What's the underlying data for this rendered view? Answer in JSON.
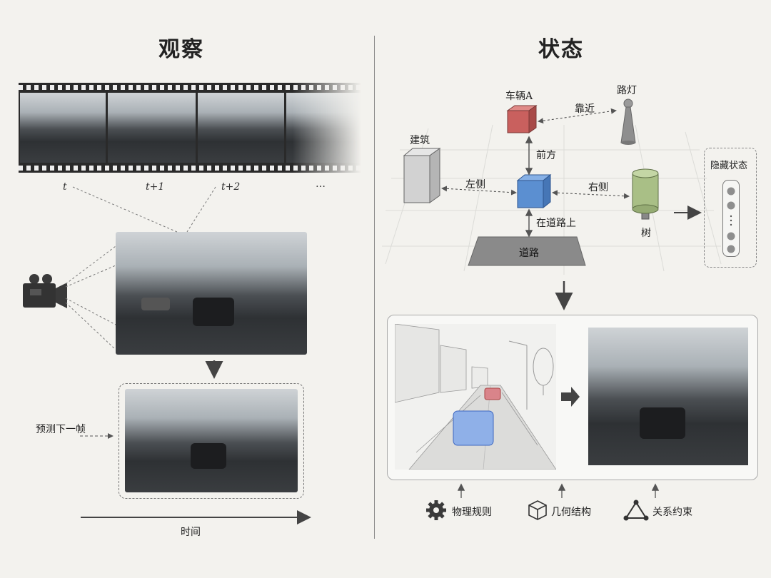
{
  "left": {
    "title": "观察",
    "frame_labels": [
      "t",
      "t+1",
      "t+2",
      "…"
    ],
    "predict_label": "预测下一帧",
    "time_label": "时间"
  },
  "right": {
    "title": "状态",
    "nodes": {
      "car_a": "车辆A",
      "streetlight": "路灯",
      "building": "建筑",
      "tree": "树",
      "road": "道路",
      "hidden_state": "隐藏状态"
    },
    "relations": {
      "approach": "靠近",
      "front": "前方",
      "left": "左侧",
      "right": "右侧",
      "on_road": "在道路上"
    },
    "hidden_dots": [
      "•",
      "•",
      "⋮",
      "•",
      "•"
    ],
    "constraints": [
      {
        "label": "物理规则",
        "icon": "gear-icon"
      },
      {
        "label": "几何结构",
        "icon": "cube-icon"
      },
      {
        "label": "关系约束",
        "icon": "triangle-graph-icon"
      }
    ]
  },
  "colors": {
    "car_red": "#c9605e",
    "ego_blue": "#5b8fd1",
    "tree_green": "#a9bf86",
    "building_gray": "#cfcfcf",
    "road_gray": "#8a8a8a"
  }
}
